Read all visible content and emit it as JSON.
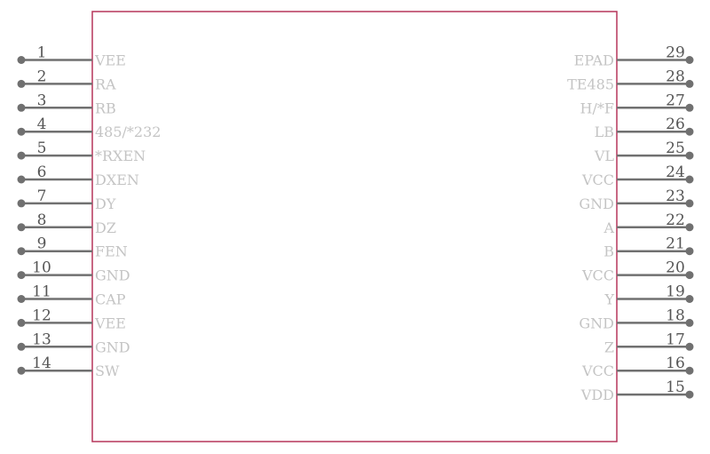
{
  "component": {
    "body_color": "#b5355a",
    "pin_color": "#707070",
    "label_color": "#c4c4c4",
    "left_pins": [
      {
        "num": "1",
        "name": "VEE"
      },
      {
        "num": "2",
        "name": "RA"
      },
      {
        "num": "3",
        "name": "RB"
      },
      {
        "num": "4",
        "name": "485/*232"
      },
      {
        "num": "5",
        "name": "*RXEN"
      },
      {
        "num": "6",
        "name": "DXEN"
      },
      {
        "num": "7",
        "name": "DY"
      },
      {
        "num": "8",
        "name": "DZ"
      },
      {
        "num": "9",
        "name": "FEN"
      },
      {
        "num": "10",
        "name": "GND"
      },
      {
        "num": "11",
        "name": "CAP"
      },
      {
        "num": "12",
        "name": "VEE"
      },
      {
        "num": "13",
        "name": "GND"
      },
      {
        "num": "14",
        "name": "SW"
      }
    ],
    "right_pins": [
      {
        "num": "29",
        "name": "EPAD"
      },
      {
        "num": "28",
        "name": "TE485"
      },
      {
        "num": "27",
        "name": "H/*F"
      },
      {
        "num": "26",
        "name": "LB"
      },
      {
        "num": "25",
        "name": "VL"
      },
      {
        "num": "24",
        "name": "VCC"
      },
      {
        "num": "23",
        "name": "GND"
      },
      {
        "num": "22",
        "name": "A"
      },
      {
        "num": "21",
        "name": "B"
      },
      {
        "num": "20",
        "name": "VCC"
      },
      {
        "num": "19",
        "name": "Y"
      },
      {
        "num": "18",
        "name": "GND"
      },
      {
        "num": "17",
        "name": "Z"
      },
      {
        "num": "16",
        "name": "VCC"
      },
      {
        "num": "15",
        "name": "VDD"
      }
    ]
  }
}
